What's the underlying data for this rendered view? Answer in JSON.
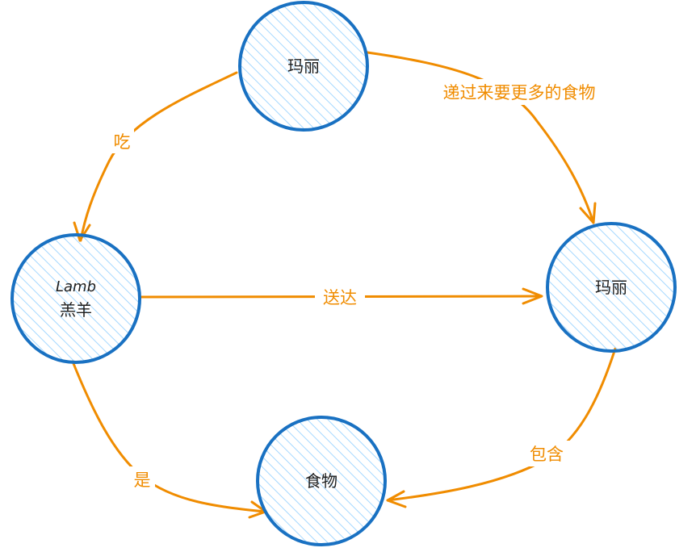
{
  "colors": {
    "node_stroke": "#1971c2",
    "node_hatch": "#a5d8ff",
    "edge": "#f08c00",
    "text": "#1e1e1e"
  },
  "nodes": {
    "mary_top": {
      "label": "玛丽"
    },
    "lamb": {
      "label_en": "Lamb",
      "label_zh": "羔羊"
    },
    "mary_right": {
      "label": "玛丽"
    },
    "food": {
      "label": "食物"
    }
  },
  "edges": {
    "eats": {
      "label": "吃"
    },
    "passes_more_food": {
      "label": "递过来要更多的食物"
    },
    "delivers": {
      "label": "送达"
    },
    "is": {
      "label": "是"
    },
    "contains": {
      "label": "包含"
    }
  }
}
